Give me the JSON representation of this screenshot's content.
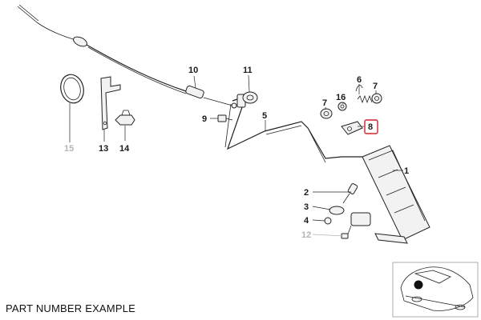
{
  "diagram": {
    "caption": "PART NUMBER EXAMPLE",
    "highlight_color": "#d4202a",
    "muted_color": "#b5b5b5",
    "callouts": [
      {
        "label": "1"
      },
      {
        "label": "2"
      },
      {
        "label": "3"
      },
      {
        "label": "4"
      },
      {
        "label": "5"
      },
      {
        "label": "6"
      },
      {
        "label": "7"
      },
      {
        "label": "7"
      },
      {
        "label": "8",
        "highlighted": true
      },
      {
        "label": "9"
      },
      {
        "label": "10"
      },
      {
        "label": "11"
      },
      {
        "label": "12",
        "muted": true
      },
      {
        "label": "13"
      },
      {
        "label": "14"
      },
      {
        "label": "15",
        "muted": true
      },
      {
        "label": "16"
      }
    ]
  }
}
